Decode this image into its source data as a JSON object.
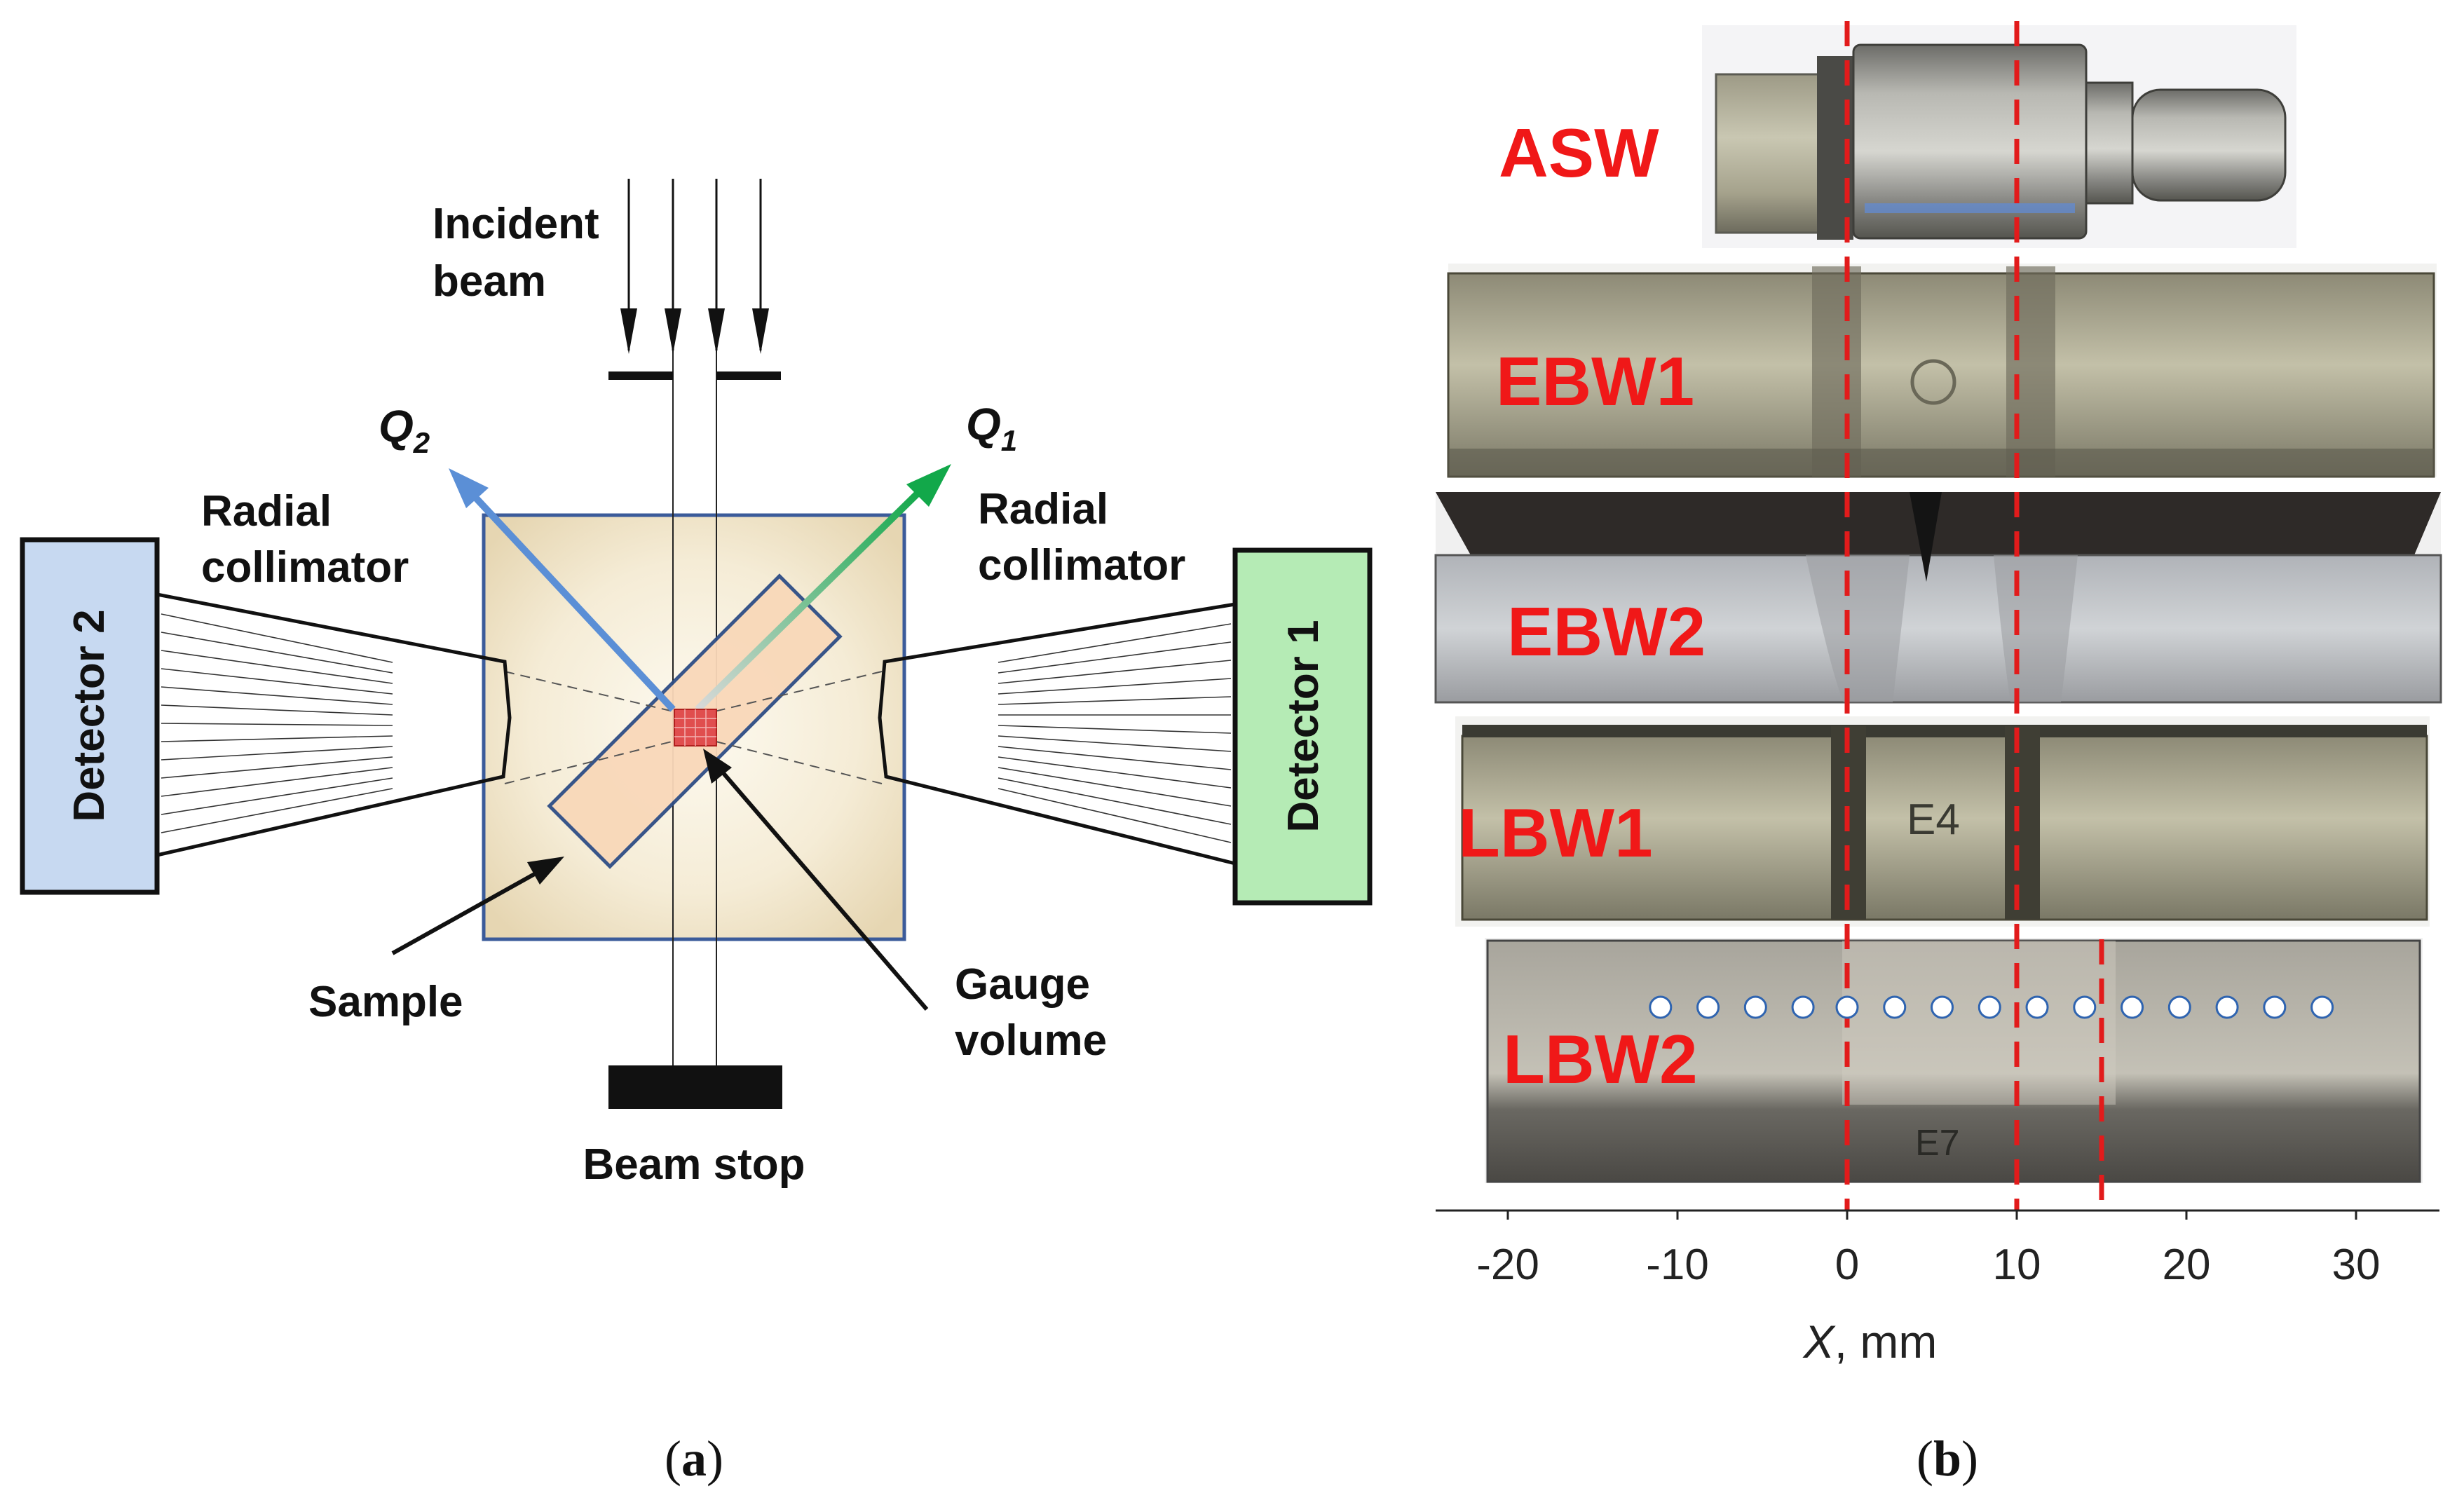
{
  "panel_a": {
    "incident_beam_label": [
      "Incident",
      "beam"
    ],
    "q2_label": "Q",
    "q2_sub": "2",
    "q1_label": "Q",
    "q1_sub": "1",
    "left_collimator_label": [
      "Radial",
      "collimator"
    ],
    "right_collimator_label": [
      "Radial",
      "collimator"
    ],
    "detector_2_label": "Detector 2",
    "detector_1_label": "Detector 1",
    "sample_label": "Sample",
    "gauge_label": [
      "Gauge",
      "volume"
    ],
    "beam_stop_label": "Beam stop",
    "caption": [
      "(",
      "a",
      ")"
    ]
  },
  "panel_b": {
    "specimens": [
      "ASW",
      "EBW1",
      "EBW2",
      "LBW1",
      "LBW2"
    ],
    "specimen_marks": {
      "lbw1": "E4",
      "lbw2": "E7"
    },
    "axis": {
      "label_var": "X",
      "label_unit": ", mm",
      "ticks": [
        -20,
        -10,
        0,
        10,
        20,
        30
      ],
      "range": [
        -24.5,
        34.5
      ]
    },
    "reference_lines_mm": [
      0,
      10,
      15
    ],
    "measurement_points_mm": [
      -11,
      -8.2,
      -5.4,
      -2.6,
      0,
      2.8,
      5.6,
      8.4,
      11.2,
      14,
      16.8,
      19.6,
      22.4,
      25.2,
      28
    ],
    "caption": [
      "(",
      "b",
      ")"
    ]
  },
  "colors": {
    "q1_arrow": "#12a84a",
    "q2_arrow": "#5b8fd6",
    "detector_2_fill": "#c7d9f1",
    "detector_1_fill": "#b5ebb5",
    "reference_line": "#e21b1b",
    "specimen_label": "#f01818"
  }
}
